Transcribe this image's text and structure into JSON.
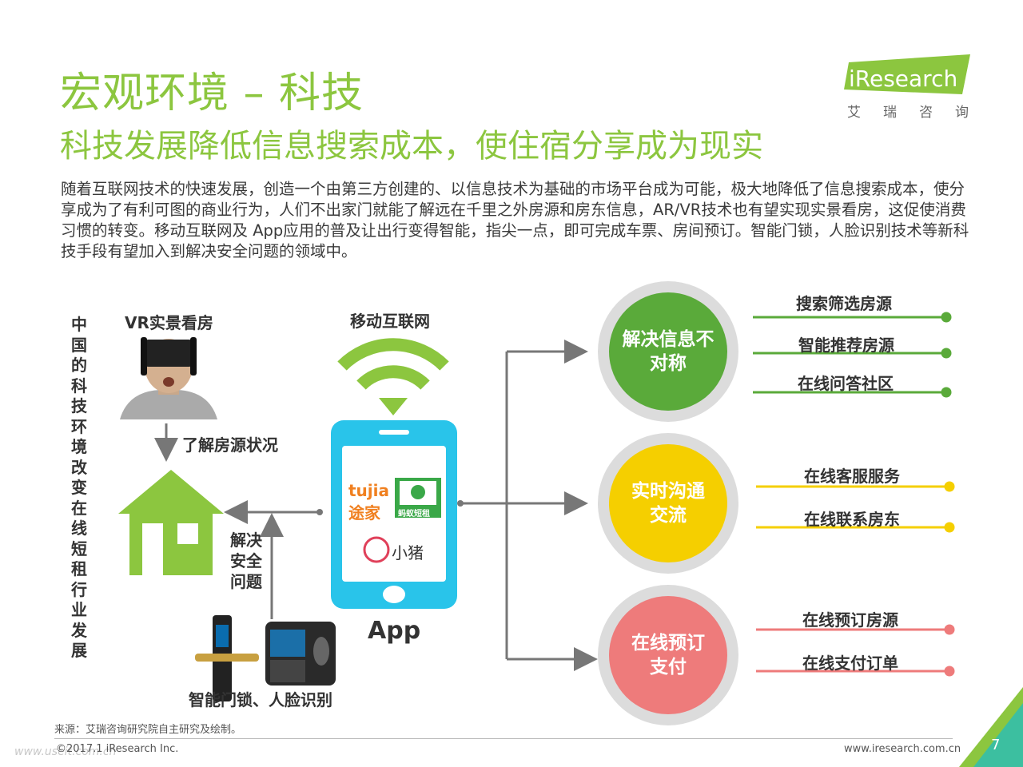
{
  "title": "宏观环境 – 科技",
  "subtitle": "科技发展降低信息搜索成本，使住宿分享成为现实",
  "body_text": "随着互联网技术的快速发展，创造一个由第三方创建的、以信息技术为基础的市场平台成为可能，极大地降低了信息搜索成本，使分享成为了有利可图的商业行为，人们不出家门就能了解远在千里之外房源和房东信息，AR/VR技术也有望实现实景看房，这促使消费习惯的转变。移动互联网及 App应用的普及让出行变得智能，指尖一点，即可完成车票、房间预订。智能门锁，人脸识别技术等新科技手段有望加入到解决安全问题的领域中。",
  "logo": {
    "text": "iResearch",
    "cn": "艾瑞咨询"
  },
  "diagram": {
    "vertical_label": "中国的科技环境改变在线短租行业发展",
    "vr_label": "VR实景看房",
    "understand_label": "了解房源状况",
    "security_label": "解决安全问题",
    "lock_label": "智能门锁、人脸识别",
    "mobile_label": "移动互联网",
    "app_label": "App",
    "brands": {
      "tujia_en": "tujia",
      "tujia_cn": "途家",
      "mayi": "蚂蚁短租",
      "xiaozhu": "小猪"
    },
    "circles": [
      {
        "label": "解决信息不对称",
        "color": "#5aaa3a",
        "items": [
          "搜索筛选房源",
          "智能推荐房源",
          "在线问答社区"
        ]
      },
      {
        "label": "实时沟通交流",
        "color": "#f5cf00",
        "items": [
          "在线客服服务",
          "在线联系房东"
        ]
      },
      {
        "label": "在线预订支付",
        "color": "#ee7b7b",
        "items": [
          "在线预订房源",
          "在线支付订单"
        ]
      }
    ]
  },
  "colors": {
    "accent_green": "#8cc63f",
    "phone_blue": "#29c4ea",
    "house_green": "#8cc63f"
  },
  "footer": {
    "source": "来源：艾瑞咨询研究院自主研究及绘制。",
    "copyright": "©2017.1 iResearch Inc.",
    "website": "www.iresearch.com.cn",
    "page": "7",
    "watermark": "www.useit.com.cn"
  }
}
